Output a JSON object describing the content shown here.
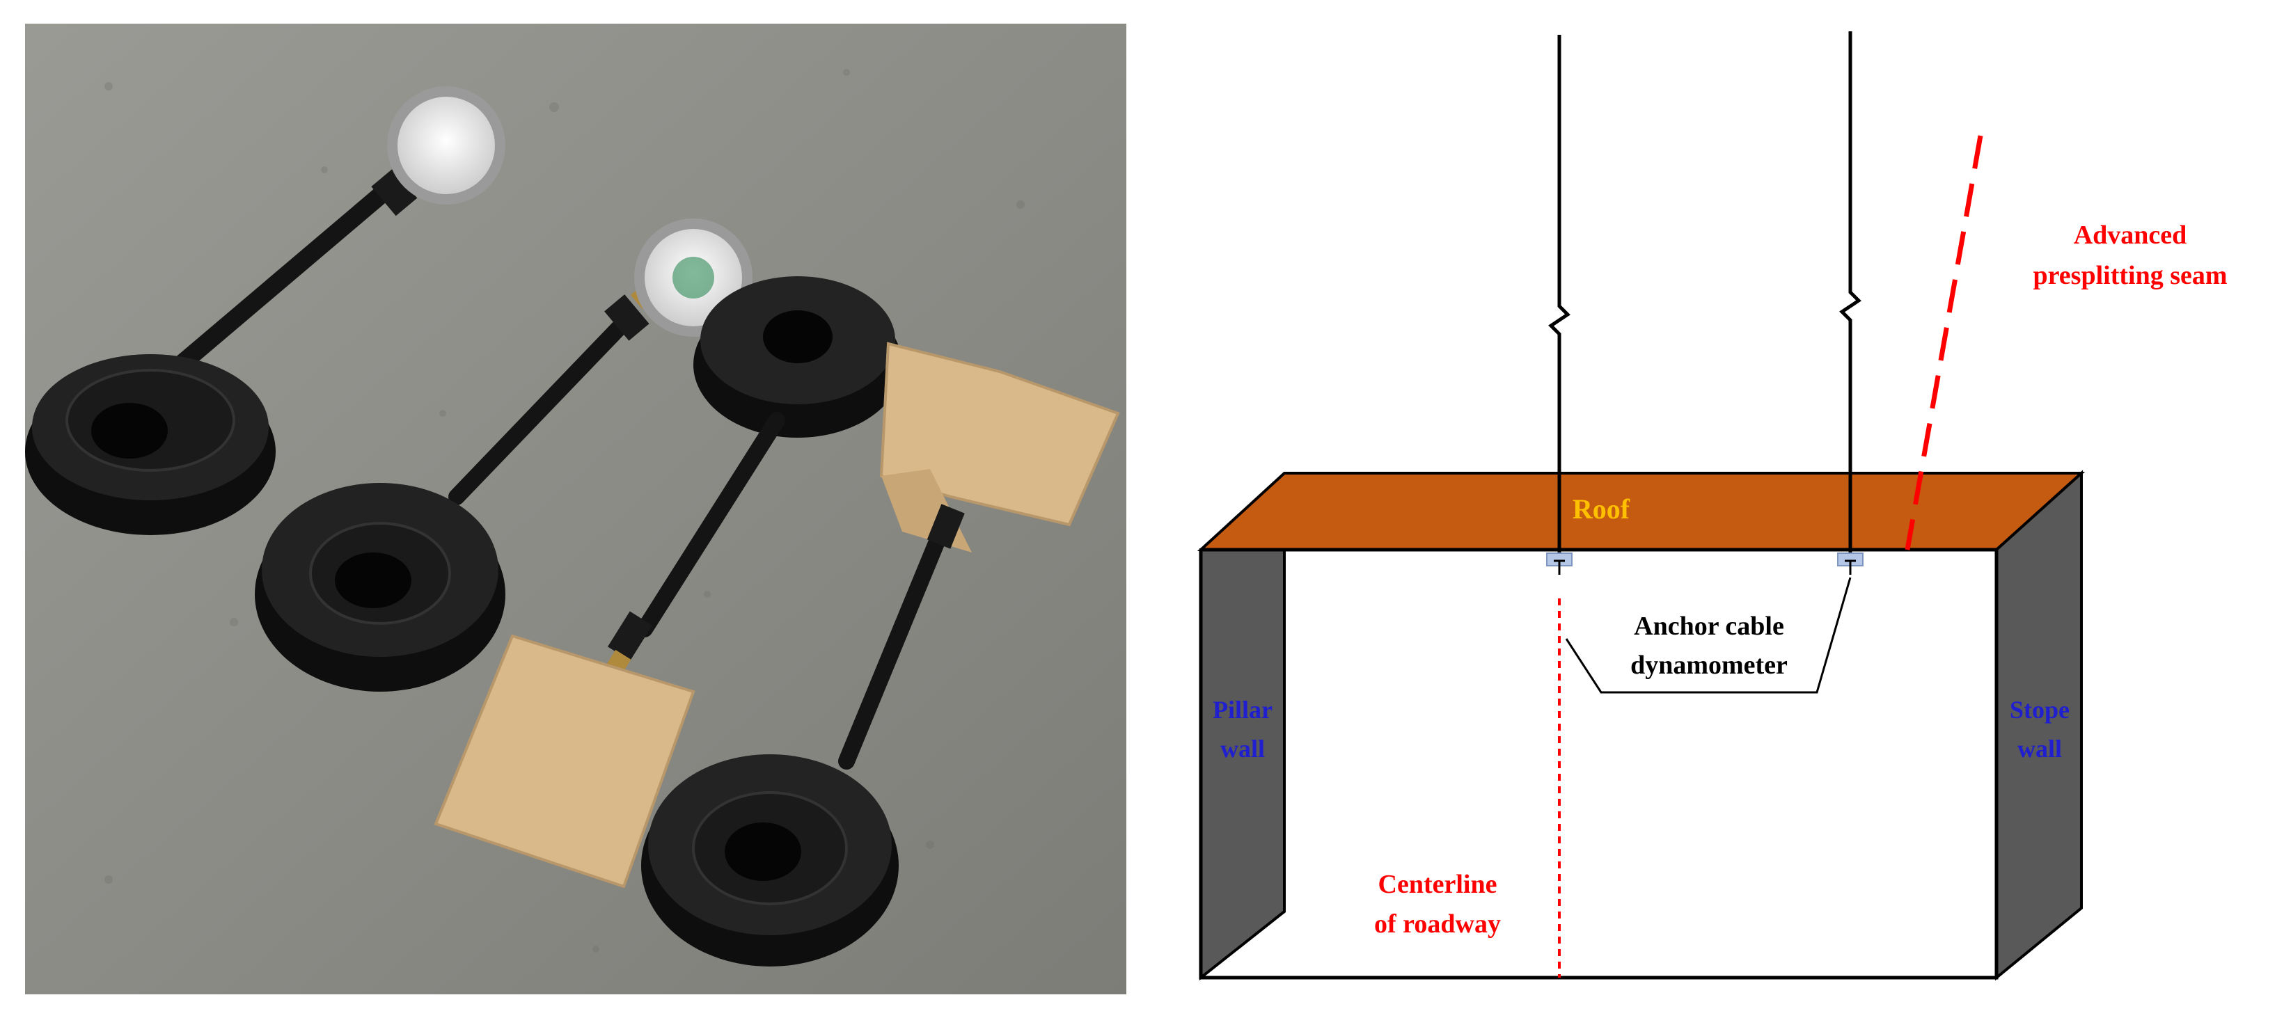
{
  "diagram": {
    "labels": {
      "roof": "Roof",
      "pillar_wall_line1": "Pillar",
      "pillar_wall_line2": "wall",
      "stope_wall_line1": "Stope",
      "stope_wall_line2": "wall",
      "anchor_line1": "Anchor cable",
      "anchor_line2": "dynamometer",
      "centerline_line1": "Centerline",
      "centerline_line2": "of roadway",
      "seam_line1": "Advanced",
      "seam_line2": "presplitting seam"
    },
    "colors": {
      "roof_fill": "#c55a11",
      "roof_text": "#ffc000",
      "wall_fill": "#595959",
      "wall_text": "#1f1fd0",
      "red_label": "#ff0000",
      "dynamometer": "#b4c7e7"
    }
  },
  "photo": {
    "description_icon": "dynamometer-set-photo",
    "background_color": "#8a8a86",
    "ring_color": "#161616",
    "pad_color": "#d9b88a"
  }
}
